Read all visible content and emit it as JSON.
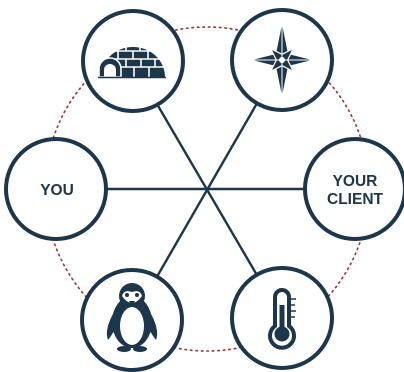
{
  "nodes": {
    "you": {
      "label": "YOU"
    },
    "client": {
      "line1": "YOUR",
      "line2": "CLIENT"
    },
    "igloo": {
      "icon": "igloo-icon"
    },
    "compass": {
      "icon": "compass-rose-icon"
    },
    "penguin": {
      "icon": "penguin-icon"
    },
    "thermometer": {
      "icon": "thermometer-icon"
    }
  },
  "colors": {
    "navy": "#1d3649",
    "dotted_ring": "#a0302f",
    "background": "#ffffff"
  }
}
